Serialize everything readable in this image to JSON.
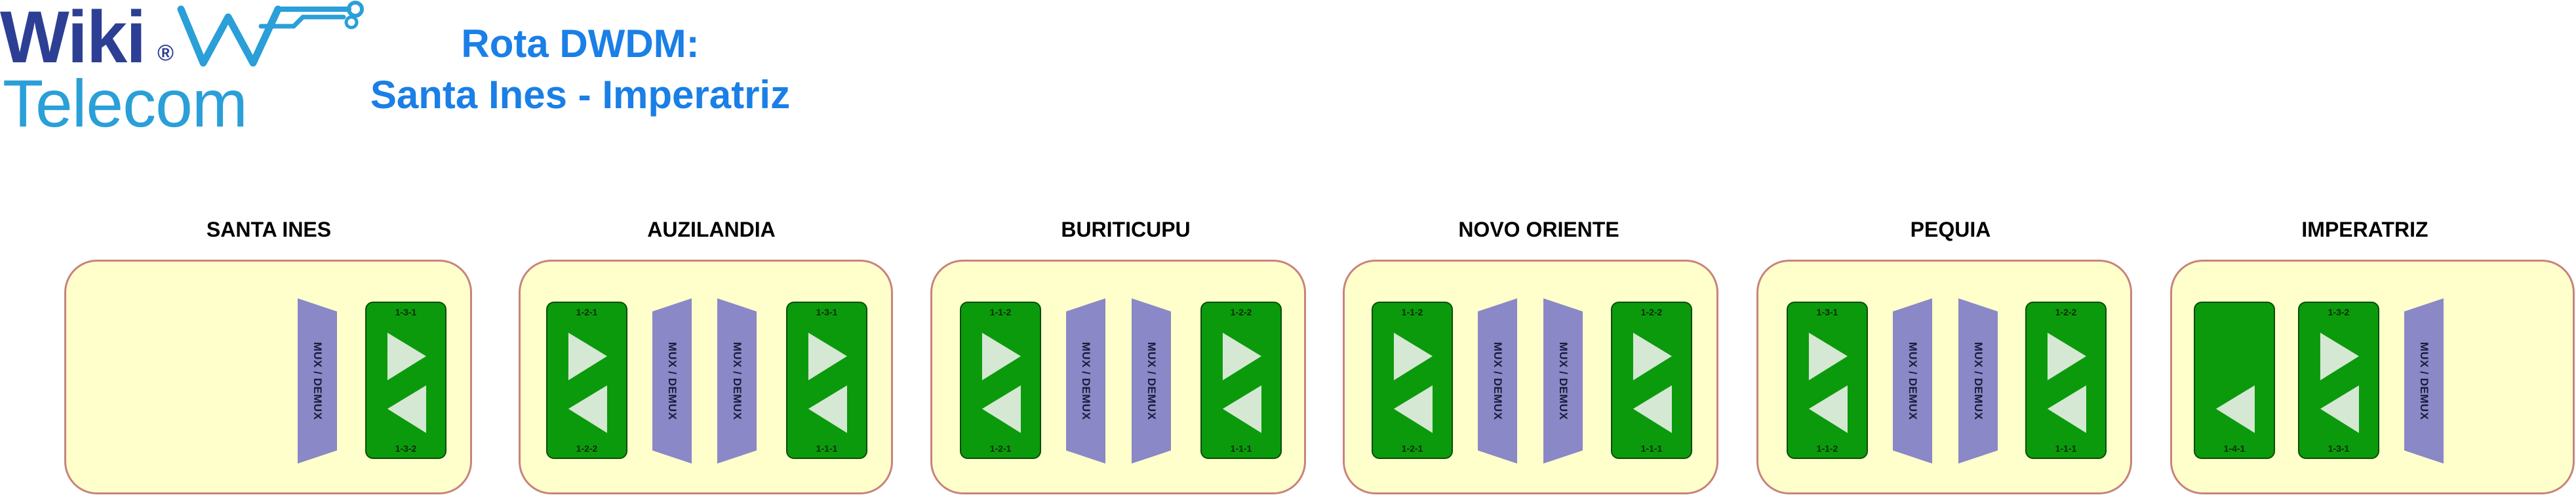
{
  "logo": {
    "wiki": "Wiki",
    "registered": "®",
    "telecom": "Telecom"
  },
  "title": {
    "line1": "Rota DWDM:",
    "line2": "Santa Ines - Imperatriz"
  },
  "mux_label": "MUX / DEMUX",
  "colors": {
    "site_fill": "#ffffcc",
    "site_border": "#c8837c",
    "mux": "#8a88c6",
    "card": "#0b9a0b",
    "arrow": "#d5e8d4",
    "title": "#1a7fe6",
    "logo_dark": "#2d3f94",
    "logo_light": "#2a9fd8"
  },
  "sites": [
    {
      "name": "SANTA INES",
      "cards": [
        {
          "top_port": "1-3-1",
          "bottom_port": "1-3-2",
          "arrows": "both"
        }
      ]
    },
    {
      "name": "AUZILANDIA",
      "cards": [
        {
          "top_port": "1-2-1",
          "bottom_port": "1-2-2",
          "arrows": "both"
        },
        {
          "top_port": "1-3-1",
          "bottom_port": "1-1-1",
          "arrows": "both"
        }
      ]
    },
    {
      "name": "BURITICUPU",
      "cards": [
        {
          "top_port": "1-1-2",
          "bottom_port": "1-2-1",
          "arrows": "both"
        },
        {
          "top_port": "1-2-2",
          "bottom_port": "1-1-1",
          "arrows": "both"
        }
      ]
    },
    {
      "name": "NOVO ORIENTE",
      "cards": [
        {
          "top_port": "1-1-2",
          "bottom_port": "1-2-1",
          "arrows": "both"
        },
        {
          "top_port": "1-2-2",
          "bottom_port": "1-1-1",
          "arrows": "both"
        }
      ]
    },
    {
      "name": "PEQUIA",
      "cards": [
        {
          "top_port": "1-3-1",
          "bottom_port": "1-1-2",
          "arrows": "both"
        },
        {
          "top_port": "1-2-2",
          "bottom_port": "1-1-1",
          "arrows": "both"
        }
      ]
    },
    {
      "name": "IMPERATRIZ",
      "cards": [
        {
          "top_port": "",
          "bottom_port": "1-4-1",
          "arrows": "left-only"
        },
        {
          "top_port": "1-3-2",
          "bottom_port": "1-3-1",
          "arrows": "both"
        }
      ]
    }
  ]
}
